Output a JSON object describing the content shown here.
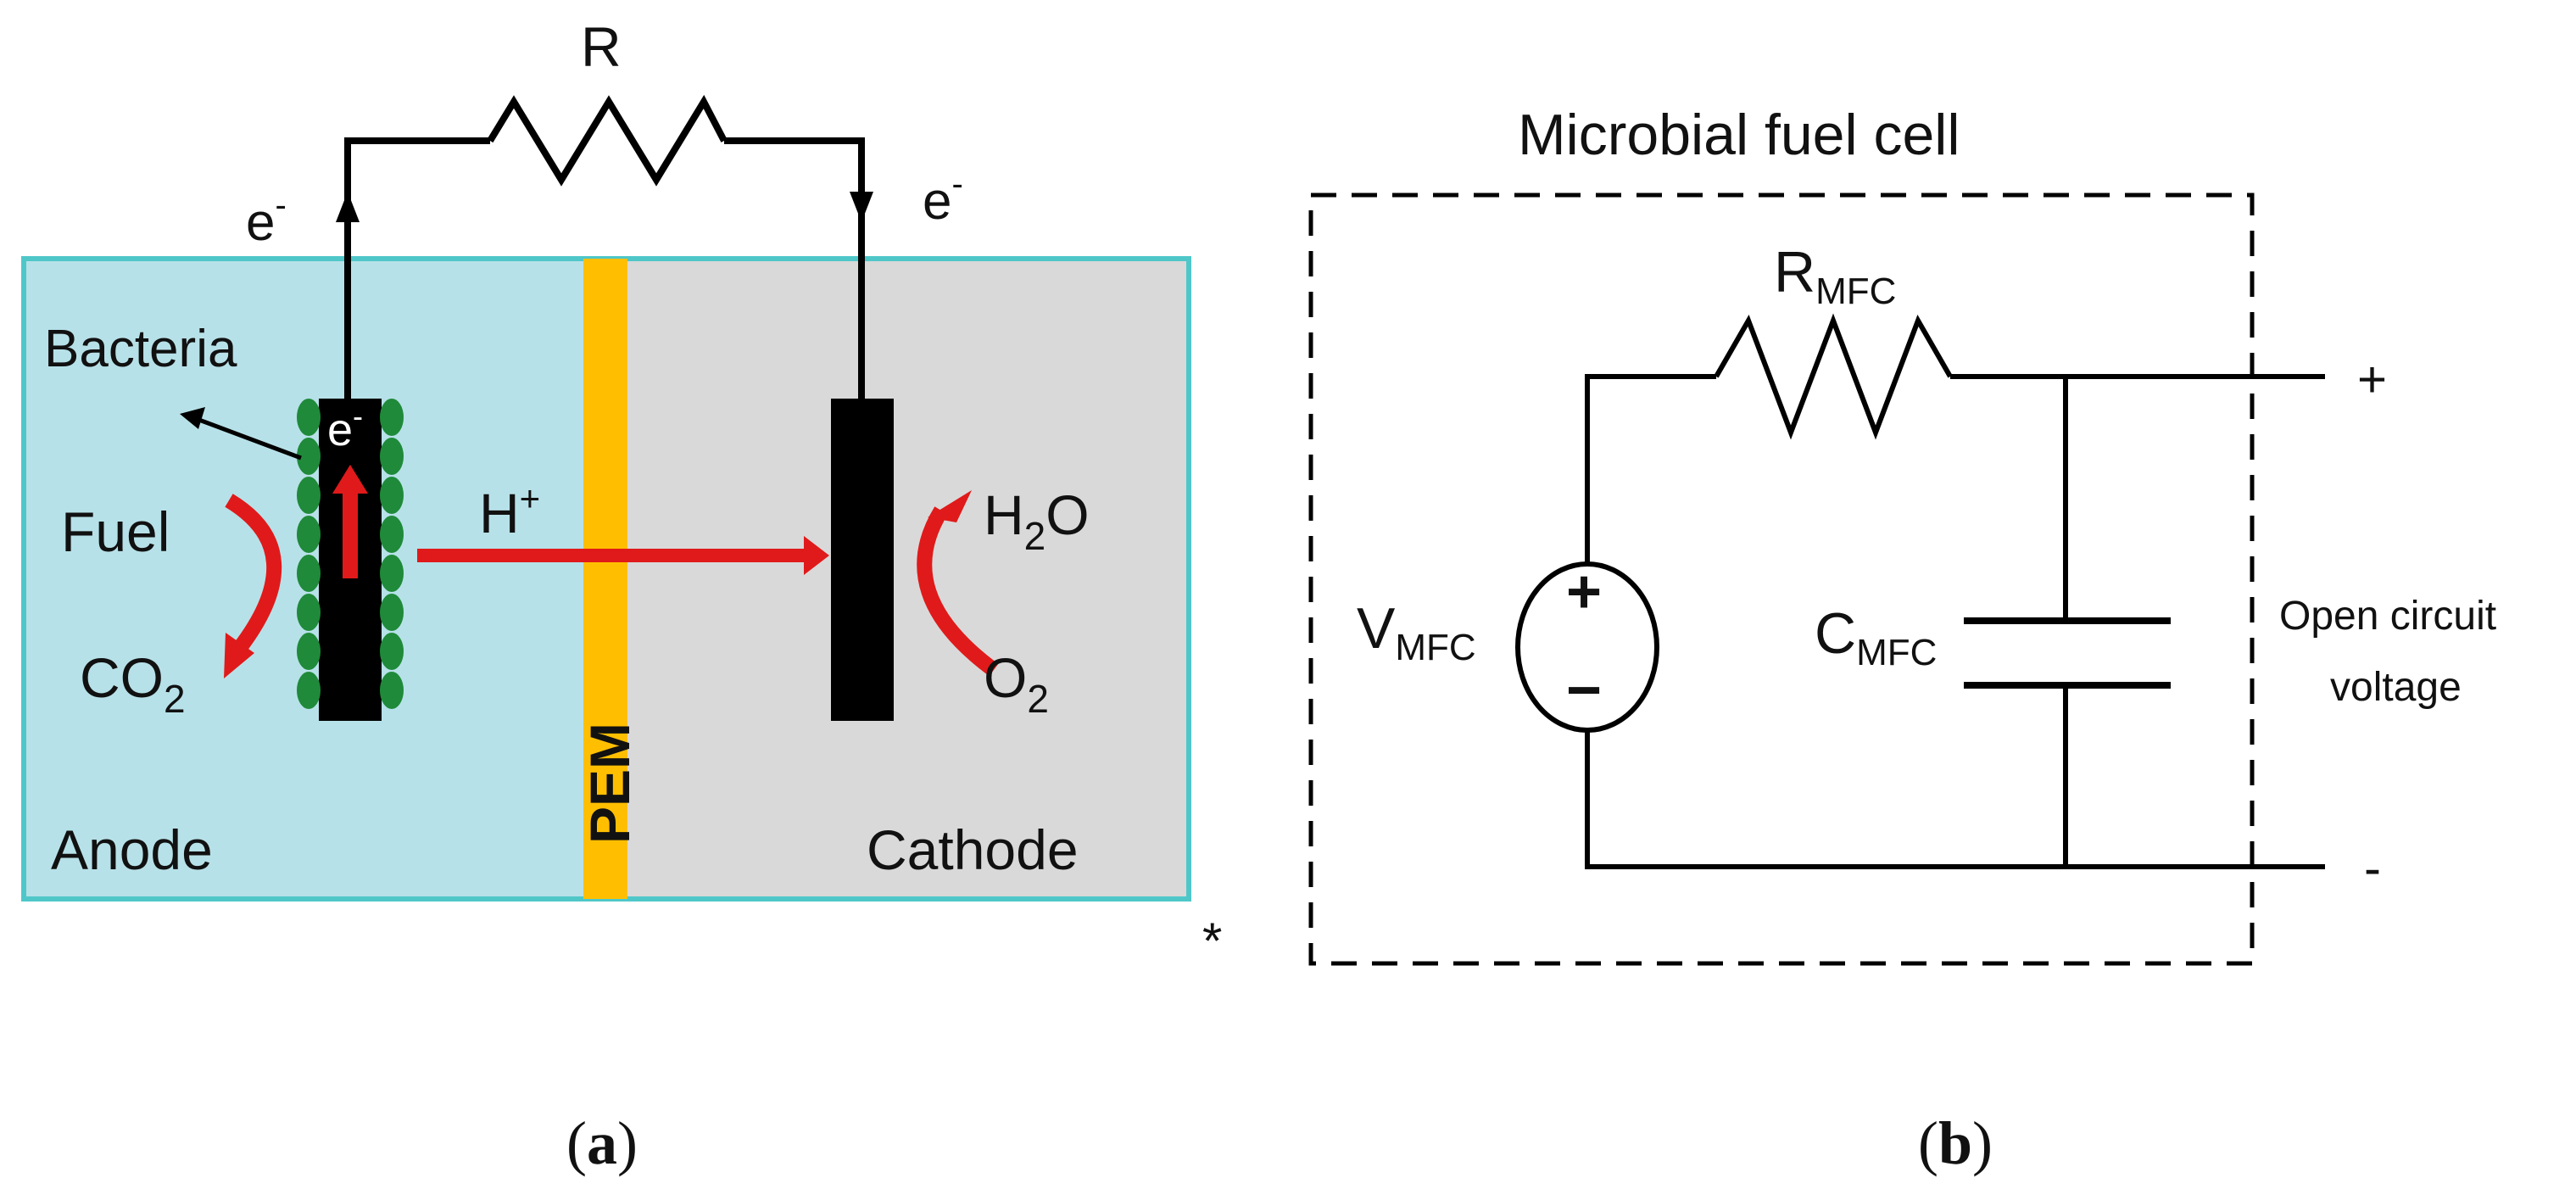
{
  "panel_a": {
    "resistor_label": "R",
    "electron_label_left": "e",
    "electron_label_right": "e",
    "electron_on_anode": "e",
    "electron_superscript": "-",
    "bacteria_label": "Bacteria",
    "proton_label": "H",
    "proton_superscript": "+",
    "fuel_label": "Fuel",
    "co2_label": "CO",
    "co2_subscript": "2",
    "water_label": "H",
    "water_subscript": "2",
    "water_suffix": "O",
    "oxygen_label": "O",
    "oxygen_subscript": "2",
    "membrane_label": "PEM",
    "anode_label": "Anode",
    "cathode_label": "Cathode",
    "asterisk": "*",
    "caption": "a",
    "caption_open": "(",
    "caption_close": ")",
    "colors": {
      "anode_fill": "#b7e1e8",
      "cathode_fill": "#d9d9d9",
      "chamber_border": "#4fc7c9",
      "membrane": "#ffbf00",
      "electrode": "#000000",
      "bacteria": "#1f8a3a",
      "arrow_red": "#e01a1a"
    }
  },
  "panel_b": {
    "title": "Microbial fuel cell",
    "resistor_label": "R",
    "resistor_subscript": "MFC",
    "source_label": "V",
    "source_subscript": "MFC",
    "capacitor_label": "C",
    "capacitor_subscript": "MFC",
    "source_plus": "+",
    "source_minus": "−",
    "terminal_plus": "+",
    "terminal_minus": "-",
    "ocv_line1": "Open circuit",
    "ocv_line2": "voltage",
    "caption": "b",
    "caption_open": "(",
    "caption_close": ")"
  }
}
